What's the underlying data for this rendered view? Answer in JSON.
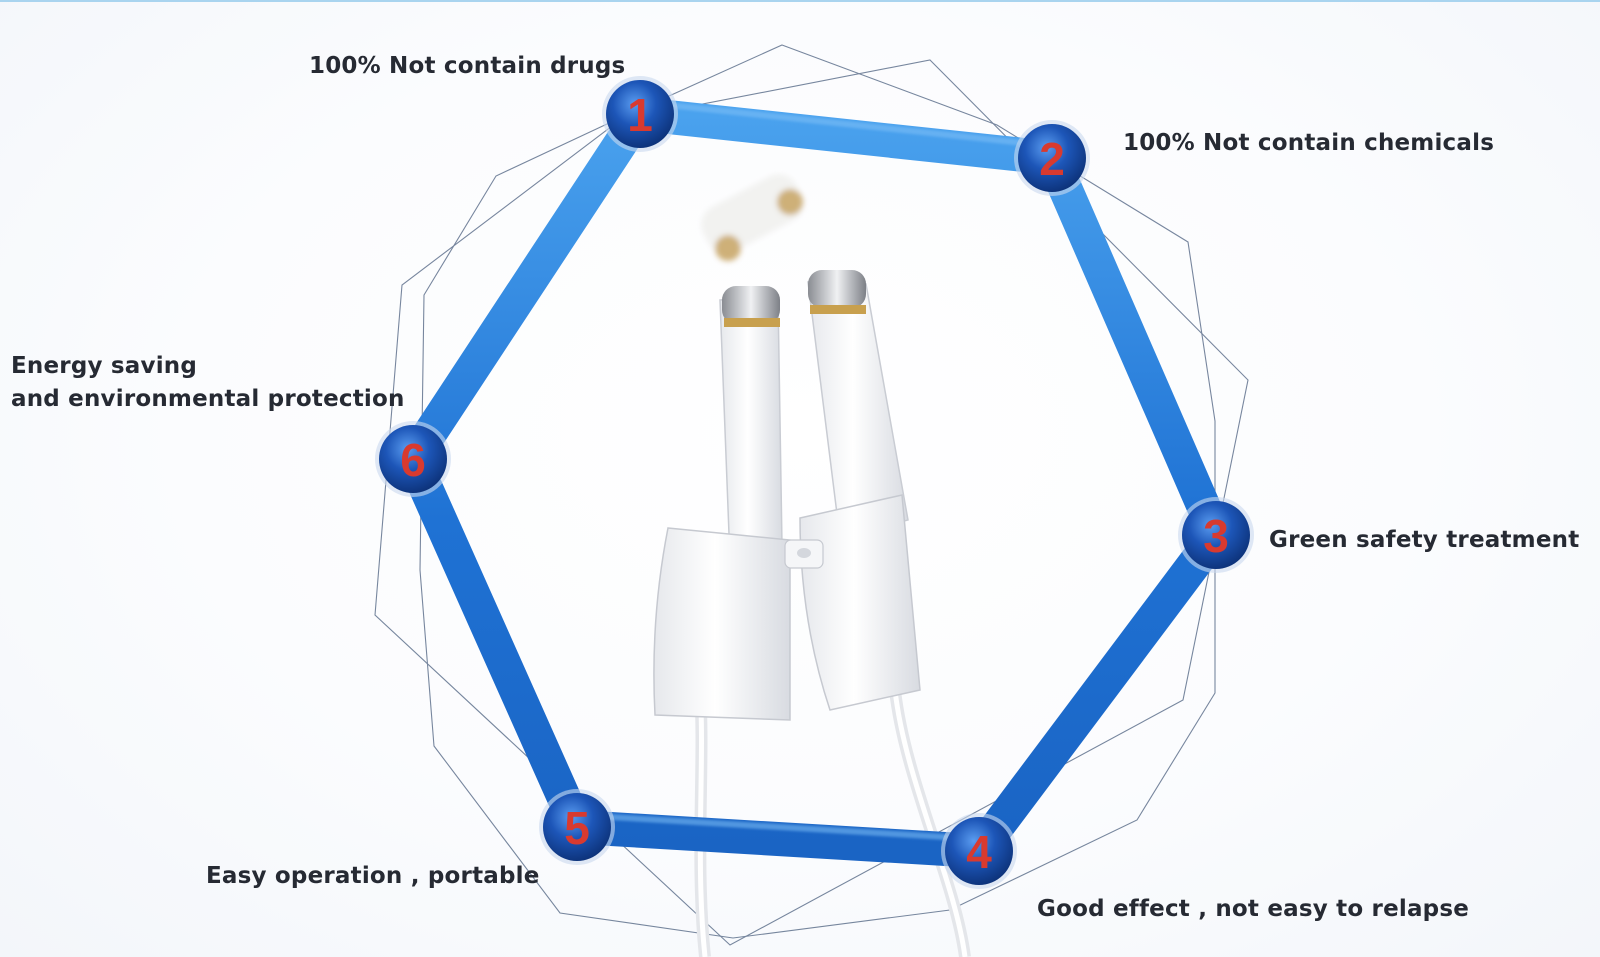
{
  "features": [
    {
      "number": "1",
      "label": "100% Not contain drugs"
    },
    {
      "number": "2",
      "label": "100% Not contain chemicals"
    },
    {
      "number": "3",
      "label": "Green safety treatment"
    },
    {
      "number": "4",
      "label": "Good effect , not easy to relapse"
    },
    {
      "number": "5",
      "label": "Easy operation , portable"
    },
    {
      "number": "6",
      "label_line1": "Energy saving",
      "label_line2": "and environmental protection"
    }
  ],
  "colors": {
    "hexagon_blue": "#1f6fd1",
    "hexagon_blue_light": "#4aa2ee",
    "node_blue": "#0f3f8f",
    "number_red": "#d83a2f",
    "outline_stroke": "#4b5f7e",
    "label_text": "#262a33"
  },
  "icons": {
    "center_image": "clip-electrodes-icon",
    "background_shape": "star-outline-icon"
  }
}
